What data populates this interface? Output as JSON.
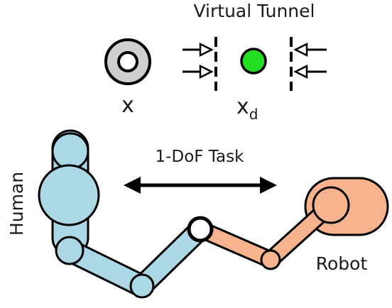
{
  "title": "Virtual Tunnel",
  "marker_x": {
    "label": "x"
  },
  "marker_xd": {
    "label": "x",
    "subscript": "d"
  },
  "task_label": "1-DoF Task",
  "human_label": "Human",
  "robot_label": "Robot",
  "colors": {
    "human_arm": "#acd8e6",
    "robot_arm": "#f7b38d",
    "target": "#22dd22",
    "position_marker": "#cfcfcf",
    "outline": "#000000"
  }
}
